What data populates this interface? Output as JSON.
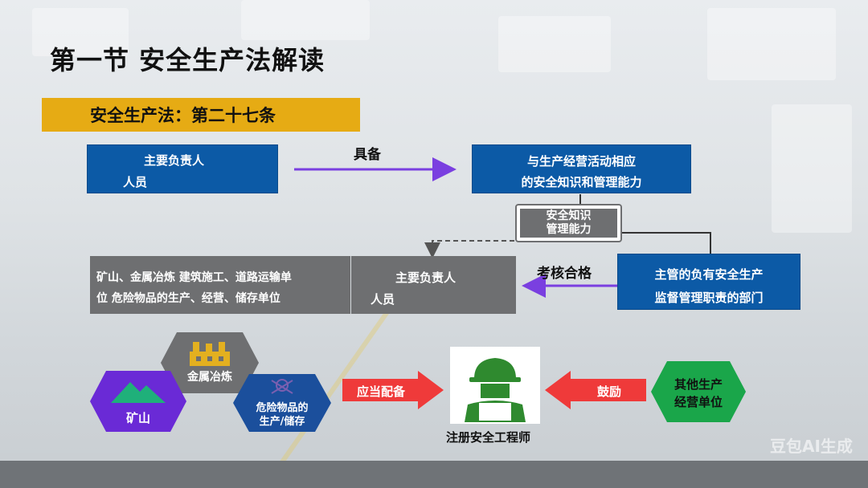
{
  "title": "第一节  安全生产法解读",
  "section_bar": "安全生产法：第二十七条",
  "box_main_person": {
    "line1": "主要负责人",
    "line2": "人员"
  },
  "edge_have": "具备",
  "box_knowledge": {
    "line1": "与生产经营活动相应",
    "line2": "的安全知识和管理能力"
  },
  "box_knowledge_small": {
    "line1": "安全知识",
    "line2": "管理能力"
  },
  "edge_assess": "考核合格",
  "box_dept": {
    "line1": "主管的负有安全生产",
    "line2": "监督管理职责的部门"
  },
  "box_person2": {
    "line1": "主要负责人",
    "line2": "人员"
  },
  "box_units": {
    "line1": "矿山、金属冶炼 建筑施工、道路运输单",
    "line2": "位 危险物品的生产、经营、储存单位"
  },
  "hex_metal": "金属冶炼",
  "hex_mine": "矿山",
  "hex_danger": {
    "line1": "危险物品的",
    "line2": "生产/储存"
  },
  "arrow_should": "应当配备",
  "engineer_label": "注册安全工程师",
  "arrow_encourage": "鼓励",
  "hex_other": {
    "line1": "其他生产",
    "line2": "经营单位"
  },
  "watermark": "豆包AI生成",
  "colors": {
    "blue": "#0c5aa6",
    "gray": "#6e6f71",
    "gold": "#e6ab14",
    "purple": "#7a3fe0",
    "red": "#ef3a3a",
    "green": "#1aa64a",
    "navy_hex": "#1b4f9c",
    "violet_hex": "#6a2ad6"
  }
}
